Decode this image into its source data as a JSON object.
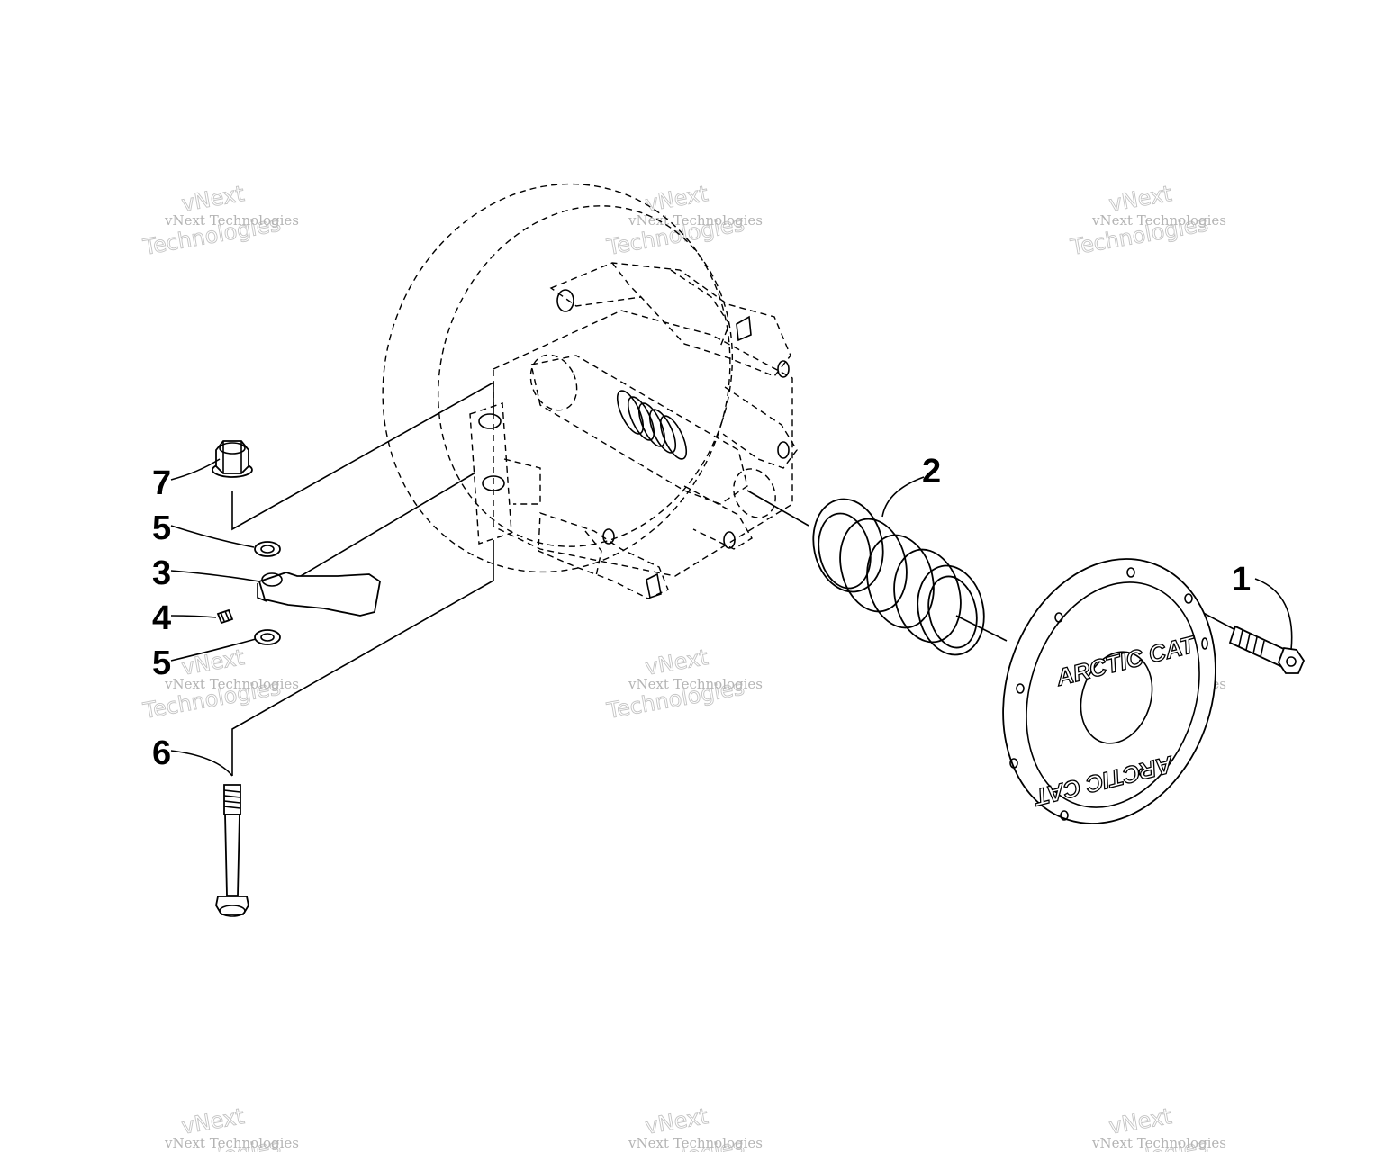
{
  "callouts": {
    "c1": "1",
    "c2": "2",
    "c3": "3",
    "c4": "4",
    "c5a": "5",
    "c5b": "5",
    "c6": "6",
    "c7": "7"
  },
  "cover_logo": {
    "text_top": "ARCTIC CAT",
    "text_bottom": "ARCTIC CAT"
  },
  "watermark": {
    "small": "vNext Technologies",
    "big_line1": "vNext",
    "big_line2": "Technologies"
  },
  "colors": {
    "line": "#000000",
    "background": "#ffffff",
    "watermark": "#b4b4b4"
  }
}
